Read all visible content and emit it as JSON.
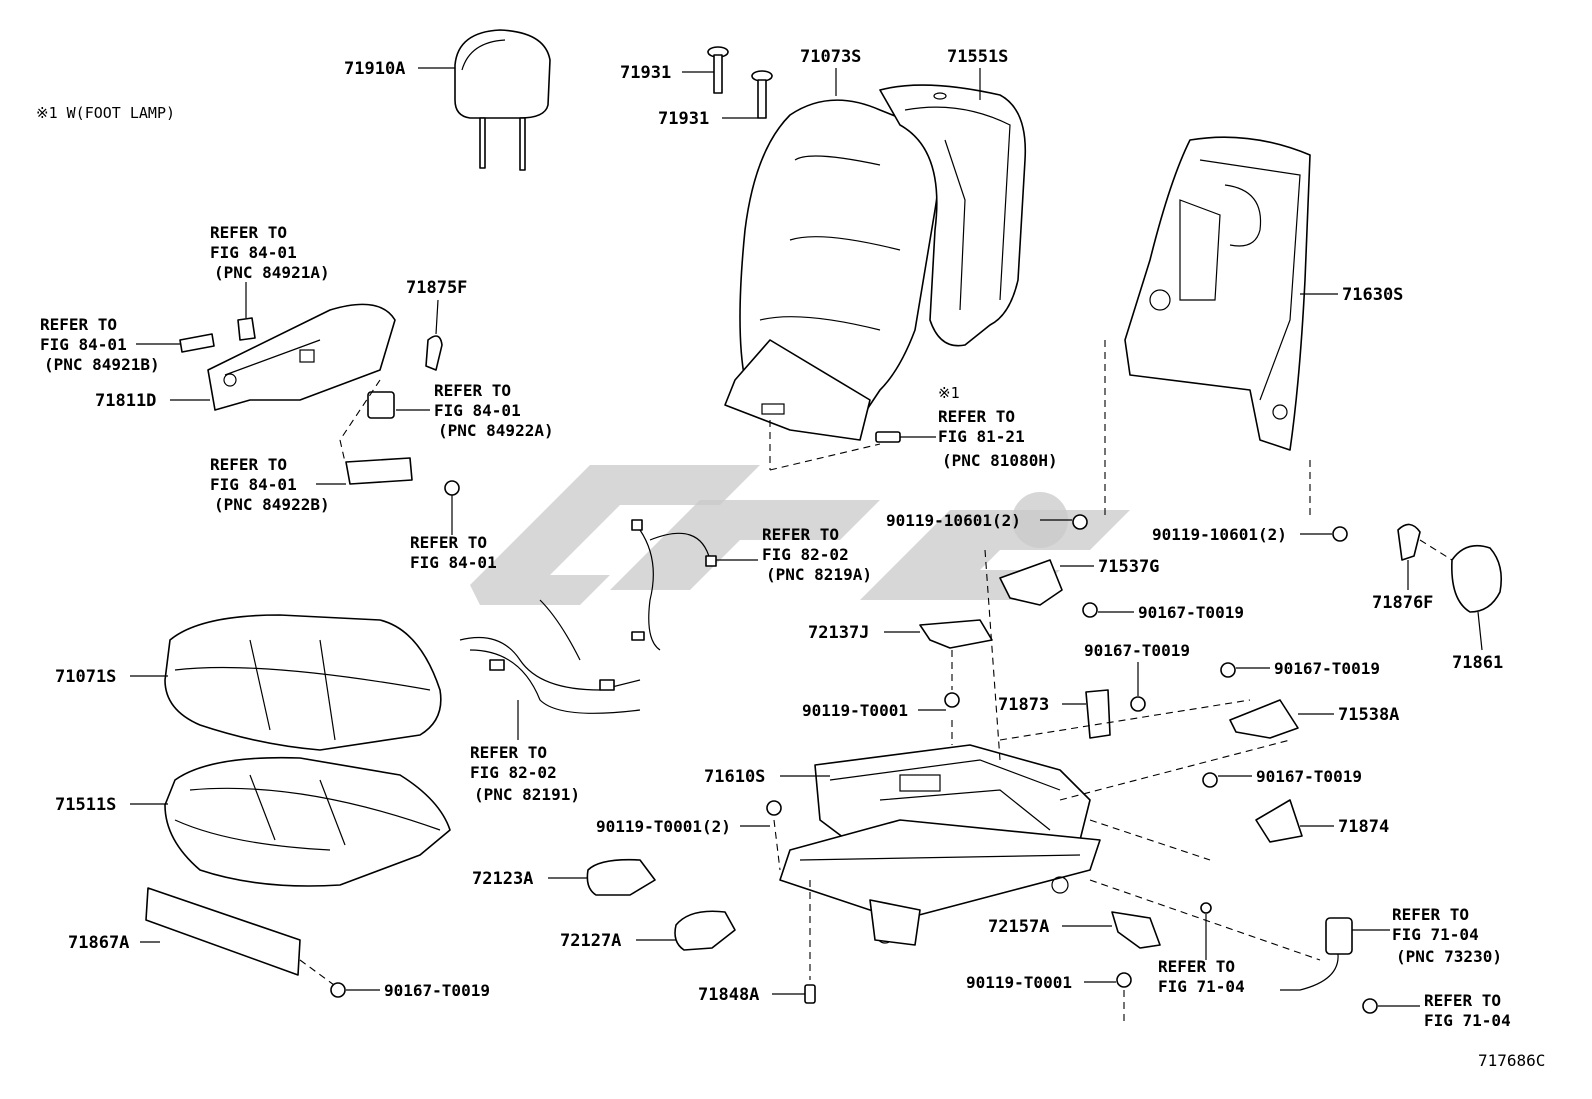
{
  "note": "※1 W(FOOT LAMP)",
  "figure_id": "717686C",
  "parts": {
    "p71910A": "71910A",
    "p71931a": "71931",
    "p71931b": "71931",
    "p71073S": "71073S",
    "p71551S": "71551S",
    "p71630S": "71630S",
    "p71875F": "71875F",
    "p71811D": "71811D",
    "p71537G": "71537G",
    "p72137J": "72137J",
    "p71876F": "71876F",
    "p71861": "71861",
    "p71071S": "71071S",
    "p71873": "71873",
    "p71538A": "71538A",
    "p71610S": "71610S",
    "p71511S": "71511S",
    "p71874": "71874",
    "p72123A": "72123A",
    "p72127A": "72127A",
    "p72157A": "72157A",
    "p71867A": "71867A",
    "p71848A": "71848A",
    "b90119_10601_a": "90119-10601(2)",
    "b90119_10601_b": "90119-10601(2)",
    "b90167_T0019_a": "90167-T0019",
    "b90167_T0019_b": "90167-T0019",
    "b90167_T0019_c": "90167-T0019",
    "b90167_T0019_d": "90167-T0019",
    "b90167_T0019_e": "90167-T0019",
    "b90119_T0001_a": "90119-T0001",
    "b90119_T0001_b": "90119-T0001(2)",
    "b90119_T0001_c": "90119-T0001"
  },
  "refs": {
    "r1": [
      "REFER TO",
      "FIG 84-01",
      "(PNC 84921A)"
    ],
    "r2": [
      "REFER TO",
      "FIG 84-01",
      "(PNC 84921B)"
    ],
    "r3": [
      "REFER TO",
      "FIG 84-01",
      "(PNC 84922A)"
    ],
    "r4": [
      "REFER TO",
      "FIG 84-01",
      "(PNC 84922B)"
    ],
    "r5": [
      "REFER TO",
      "FIG 84-01"
    ],
    "r6": [
      "※1",
      "REFER TO",
      "FIG 81-21",
      "(PNC 81080H)"
    ],
    "r7": [
      "REFER TO",
      "FIG 82-02",
      "(PNC 8219A)"
    ],
    "r8": [
      "REFER TO",
      "FIG 82-02",
      "(PNC 82191)"
    ],
    "r9": [
      "REFER TO",
      "FIG 71-04",
      "(PNC 73230)"
    ],
    "r10": [
      "REFER TO",
      "FIG 71-04"
    ],
    "r11": [
      "REFER TO",
      "FIG 71-04"
    ]
  }
}
